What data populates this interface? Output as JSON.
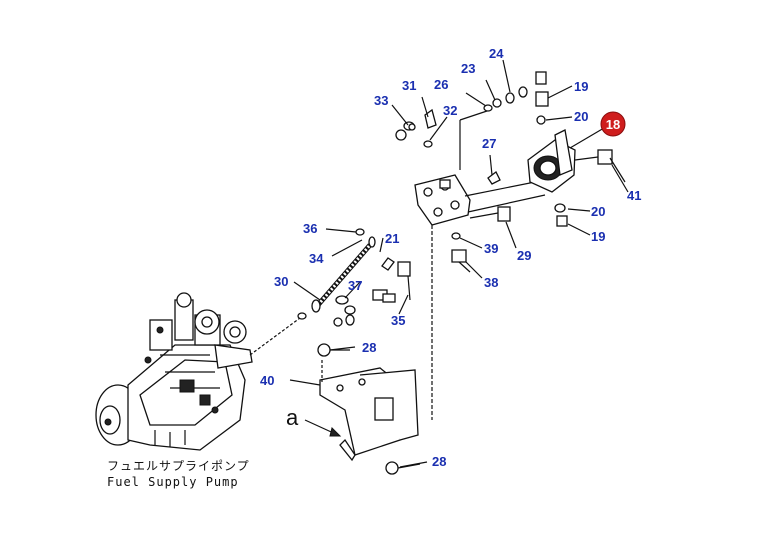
{
  "highlight": {
    "label": "18",
    "color": "#cf1d1d"
  },
  "labels": {
    "l19a": "19",
    "l19b": "19",
    "l20a": "20",
    "l20b": "20",
    "l21": "21",
    "l23": "23",
    "l24": "24",
    "l26": "26",
    "l27": "27",
    "l28a": "28",
    "l28b": "28",
    "l29": "29",
    "l30": "30",
    "l31": "31",
    "l32": "32",
    "l33": "33",
    "l34": "34",
    "l35": "35",
    "l36": "36",
    "l37": "37",
    "l38": "38",
    "l39": "39",
    "l40": "40",
    "l41": "41"
  },
  "view_marker": "a",
  "caption": {
    "jp": "フュエルサプライポンプ",
    "en": "Fuel Supply Pump"
  },
  "colors": {
    "label": "#1a2fb0",
    "line": "#111111",
    "highlight": "#cf1d1d"
  }
}
